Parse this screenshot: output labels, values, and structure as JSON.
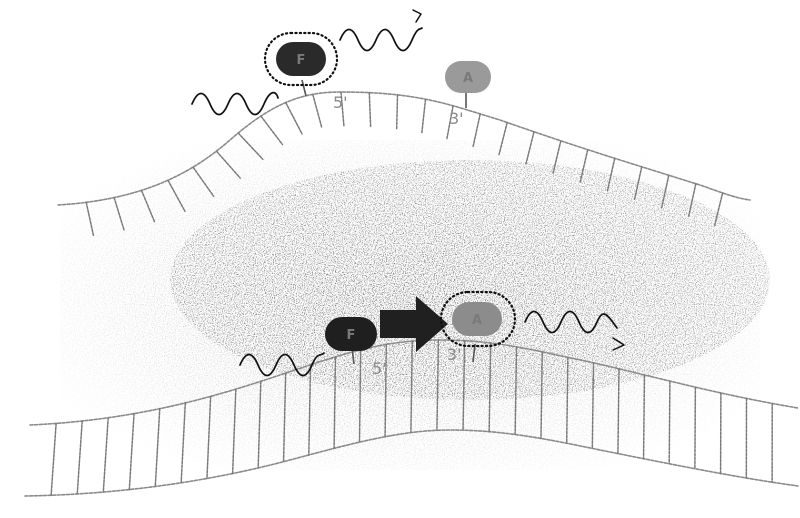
{
  "panel_top": {
    "fluorophore": {
      "letter": "F",
      "end_label": "5'",
      "fill": "#2a2a2a",
      "state": "emitting"
    },
    "acceptor": {
      "letter": "A",
      "end_label": "3'",
      "fill": "#9a9a9a",
      "state": "idle"
    }
  },
  "panel_bottom": {
    "fluorophore": {
      "letter": "F",
      "end_label": "5'",
      "fill": "#1f1f1f",
      "state": "excited"
    },
    "transfer_arrow": {
      "fill": "#202020",
      "text": ""
    },
    "acceptor": {
      "letter": "A",
      "end_label": "3'",
      "fill": "#8c8c8c",
      "state": "emitting"
    }
  },
  "colors": {
    "background": "#ffffff",
    "backbone": "#8a8a8a",
    "light_wave": "#111111",
    "stipple": "#c8c8c8"
  }
}
